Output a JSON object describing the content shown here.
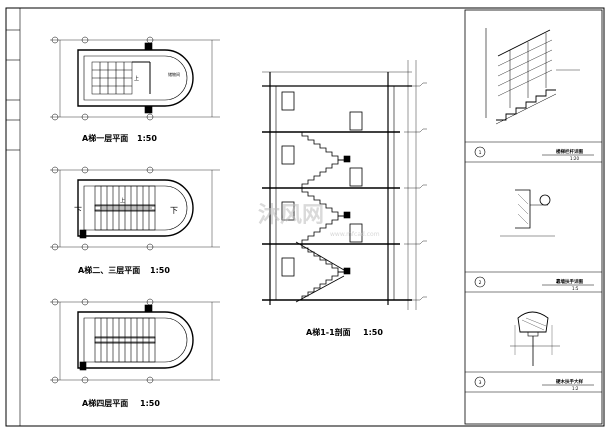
{
  "sheet": {
    "titles": {
      "plan1": "A梯一层平面",
      "plan1_scale": "1:50",
      "plan23": "A梯二、三层平面",
      "plan23_scale": "1:50",
      "plan4": "A梯四层平面",
      "plan4_scale": "1:50",
      "section": "A梯1-1剖面",
      "section_scale": "1:50"
    },
    "plan_labels": {
      "up": "上",
      "down": "下",
      "down2": "下",
      "ups": "上",
      "room": "储物间"
    },
    "details": [
      {
        "num": "1",
        "name": "楼梯栏杆详图",
        "scale": "1:20"
      },
      {
        "num": "2",
        "name": "靠墙扶手详图",
        "scale": "1:5"
      },
      {
        "num": "3",
        "name": "硬木扶手大样",
        "scale": "1:2"
      }
    ],
    "watermark": "沐风网",
    "watermark_sub": "www.mfcad.com",
    "colors": {
      "line": "#000000",
      "watermark": "#bdbdbd"
    }
  }
}
